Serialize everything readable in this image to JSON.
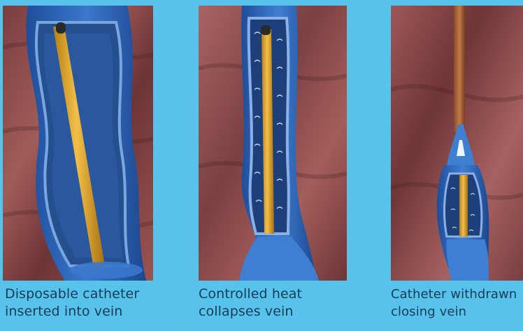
{
  "colors": {
    "background": "#58c3ea",
    "tissue": "#8a4a4a",
    "vein": "#2d64b8",
    "catheter": "#e0a830",
    "caption_text": "#123a5a"
  },
  "steps": [
    {
      "line1": "Disposable catheter",
      "line2": "inserted into vein",
      "illustration": "catheter-inserted-in-vein"
    },
    {
      "line1": "Controlled heat",
      "line2": "collapses vein",
      "illustration": "heated-vein-collapsing"
    },
    {
      "line1": "Catheter withdrawn",
      "line2": "closing vein",
      "illustration": "catheter-withdrawn-vein-closed"
    }
  ]
}
